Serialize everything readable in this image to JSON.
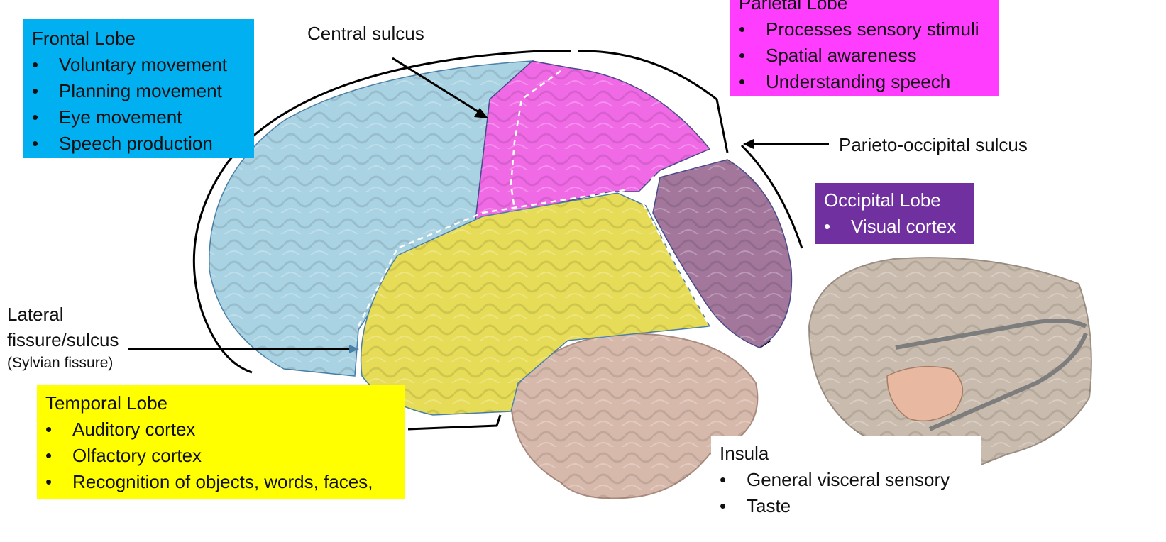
{
  "colors": {
    "frontal": "#00b0f0",
    "parietal": "#ff3dff",
    "occipital": "#7030a0",
    "temporal": "#ffff00"
  },
  "frontal": {
    "title": "Frontal Lobe",
    "items": [
      "Voluntary movement",
      "Planning movement",
      "Eye movement",
      "Speech production"
    ]
  },
  "parietal": {
    "title": "Parietal Lobe",
    "items": [
      "Processes sensory stimuli",
      "Spatial awareness",
      "Understanding speech"
    ]
  },
  "occipital": {
    "title": "Occipital Lobe",
    "items": [
      "Visual cortex"
    ]
  },
  "temporal": {
    "title": "Temporal Lobe",
    "items": [
      "Auditory cortex",
      "Olfactory cortex",
      "Recognition of objects, words, faces,"
    ]
  },
  "insula": {
    "title": "Insula",
    "items": [
      "General visceral sensory",
      "Taste"
    ]
  },
  "labels": {
    "central_sulcus": "Central sulcus",
    "parieto_occipital": "Parieto-occipital sulcus",
    "lateral_line1": "Lateral",
    "lateral_line2": "fissure/sulcus",
    "lateral_sub": "(Sylvian fissure)"
  }
}
